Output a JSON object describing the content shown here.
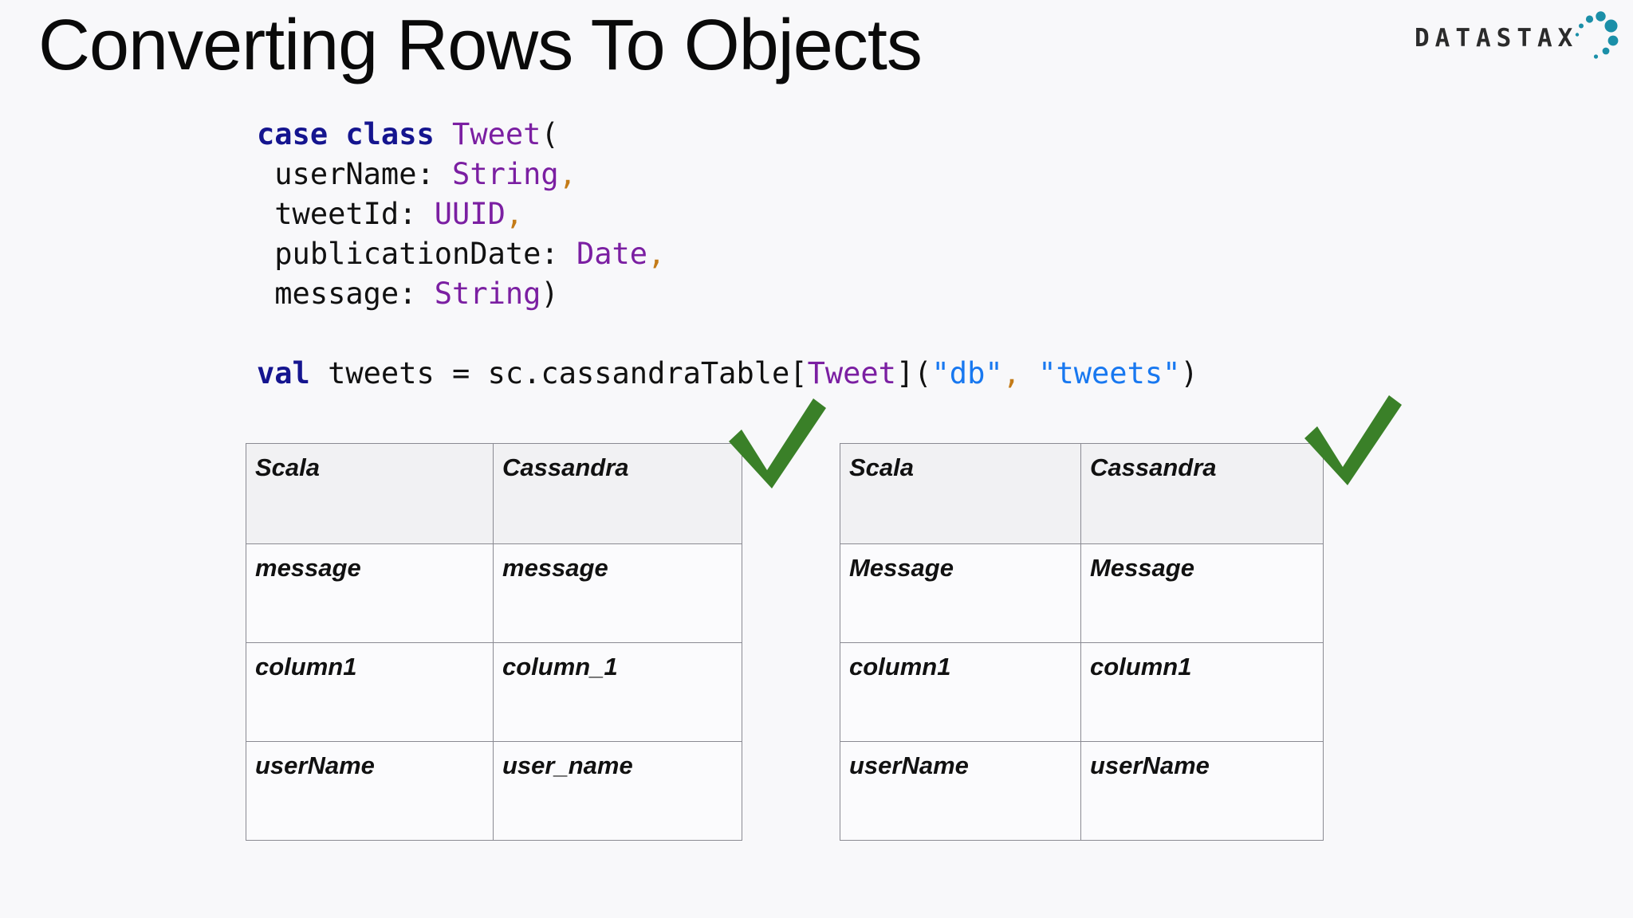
{
  "slide": {
    "title": "Converting Rows To Objects",
    "background_color": "#f8f8fa"
  },
  "logo": {
    "wordmark": "DATASTAX",
    "wordmark_color": "#2b2b2b",
    "dot_color": "#1b8fa8",
    "name": "datastax-logo"
  },
  "code": {
    "language": "scala",
    "colors": {
      "keyword": "#15158f",
      "type": "#7b1fa2",
      "string": "#1878f0",
      "punctuation": "#c47b18",
      "plain": "#111111"
    },
    "lines": [
      {
        "id": "l1",
        "tokens": [
          {
            "t": "case class",
            "k": "kw"
          },
          {
            "t": " ",
            "k": "pln"
          },
          {
            "t": "Tweet",
            "k": "typ"
          },
          {
            "t": "(",
            "k": "pln"
          }
        ]
      },
      {
        "id": "l2",
        "tokens": [
          {
            "t": " userName: ",
            "k": "pln"
          },
          {
            "t": "String",
            "k": "typ"
          },
          {
            "t": ",",
            "k": "pun"
          }
        ]
      },
      {
        "id": "l3",
        "tokens": [
          {
            "t": " tweetId: ",
            "k": "pln"
          },
          {
            "t": "UUID",
            "k": "typ"
          },
          {
            "t": ",",
            "k": "pun"
          }
        ]
      },
      {
        "id": "l4",
        "tokens": [
          {
            "t": " publicationDate: ",
            "k": "pln"
          },
          {
            "t": "Date",
            "k": "typ"
          },
          {
            "t": ",",
            "k": "pun"
          }
        ]
      },
      {
        "id": "l5",
        "tokens": [
          {
            "t": " message: ",
            "k": "pln"
          },
          {
            "t": "String",
            "k": "typ"
          },
          {
            "t": ")",
            "k": "pln"
          }
        ]
      },
      {
        "id": "blank",
        "tokens": []
      },
      {
        "id": "l6",
        "tokens": [
          {
            "t": "val",
            "k": "kw"
          },
          {
            "t": " tweets = sc.cassandraTable[",
            "k": "pln"
          },
          {
            "t": "Tweet",
            "k": "typ"
          },
          {
            "t": "](",
            "k": "pln"
          },
          {
            "t": "\"db\"",
            "k": "str"
          },
          {
            "t": ",",
            "k": "pun"
          },
          {
            "t": " ",
            "k": "pln"
          },
          {
            "t": "\"tweets\"",
            "k": "str"
          },
          {
            "t": ")",
            "k": "pln"
          }
        ]
      }
    ]
  },
  "tables": {
    "left": {
      "name": "mapping-table-left",
      "headers": [
        "Scala",
        "Cassandra"
      ],
      "rows": [
        [
          "message",
          "message"
        ],
        [
          "column1",
          "column_1"
        ],
        [
          "userName",
          "user_name"
        ]
      ]
    },
    "right": {
      "name": "mapping-table-right",
      "headers": [
        "Scala",
        "Cassandra"
      ],
      "rows": [
        [
          "Message",
          "Message"
        ],
        [
          "column1",
          "column1"
        ],
        [
          "userName",
          "userName"
        ]
      ]
    }
  },
  "checkmarks": {
    "color": "#3a8028",
    "items": [
      {
        "name": "checkmark-left"
      },
      {
        "name": "checkmark-right"
      }
    ]
  }
}
